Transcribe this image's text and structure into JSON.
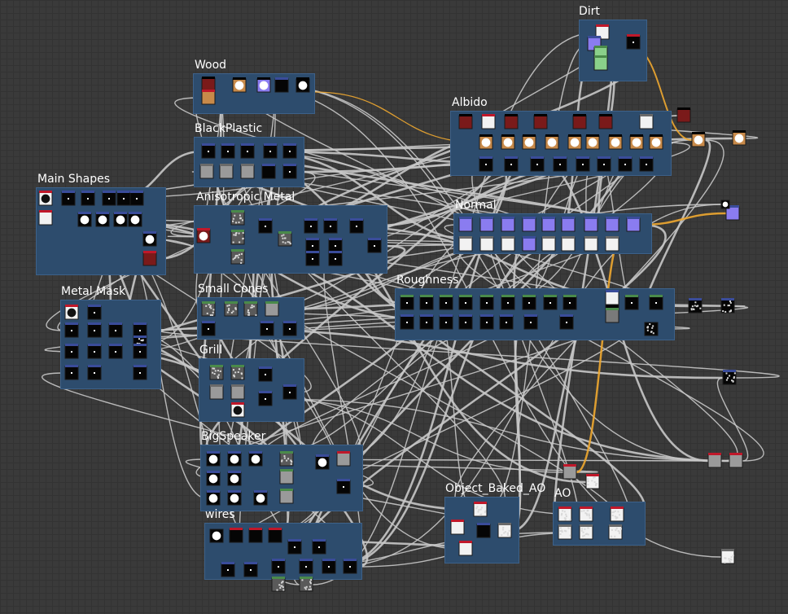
{
  "app": "Substance Designer graph view",
  "frames": [
    {
      "id": "dirt",
      "title": "Dirt"
    },
    {
      "id": "wood",
      "title": "Wood"
    },
    {
      "id": "albido",
      "title": "Albido"
    },
    {
      "id": "blackplastic",
      "title": "BlackPlastic"
    },
    {
      "id": "mainshapes",
      "title": "Main Shapes"
    },
    {
      "id": "aniso",
      "title": "Anisotropic Metal"
    },
    {
      "id": "normal",
      "title": "Normal"
    },
    {
      "id": "metalmask",
      "title": "Metal Mask"
    },
    {
      "id": "smallcones",
      "title": "Small Cones"
    },
    {
      "id": "roughness",
      "title": "Roughness"
    },
    {
      "id": "grill",
      "title": "Grill"
    },
    {
      "id": "bigspeaker",
      "title": "BigSpeaker"
    },
    {
      "id": "objectao",
      "title": "Object_Baked_AO"
    },
    {
      "id": "ao",
      "title": "AO"
    },
    {
      "id": "wiresframe",
      "title": "wires"
    }
  ],
  "colors": {
    "canvas": "#3a3a3a",
    "frame": "#2d4c6d",
    "wire": "#c8c8c8",
    "wire_color": "#f0a830",
    "node_header_red": "#c0182a",
    "node_header_blue": "#3a4c9a",
    "node_header_green": "#4a8a4a",
    "node_header_gray": "#6a6a6a"
  }
}
